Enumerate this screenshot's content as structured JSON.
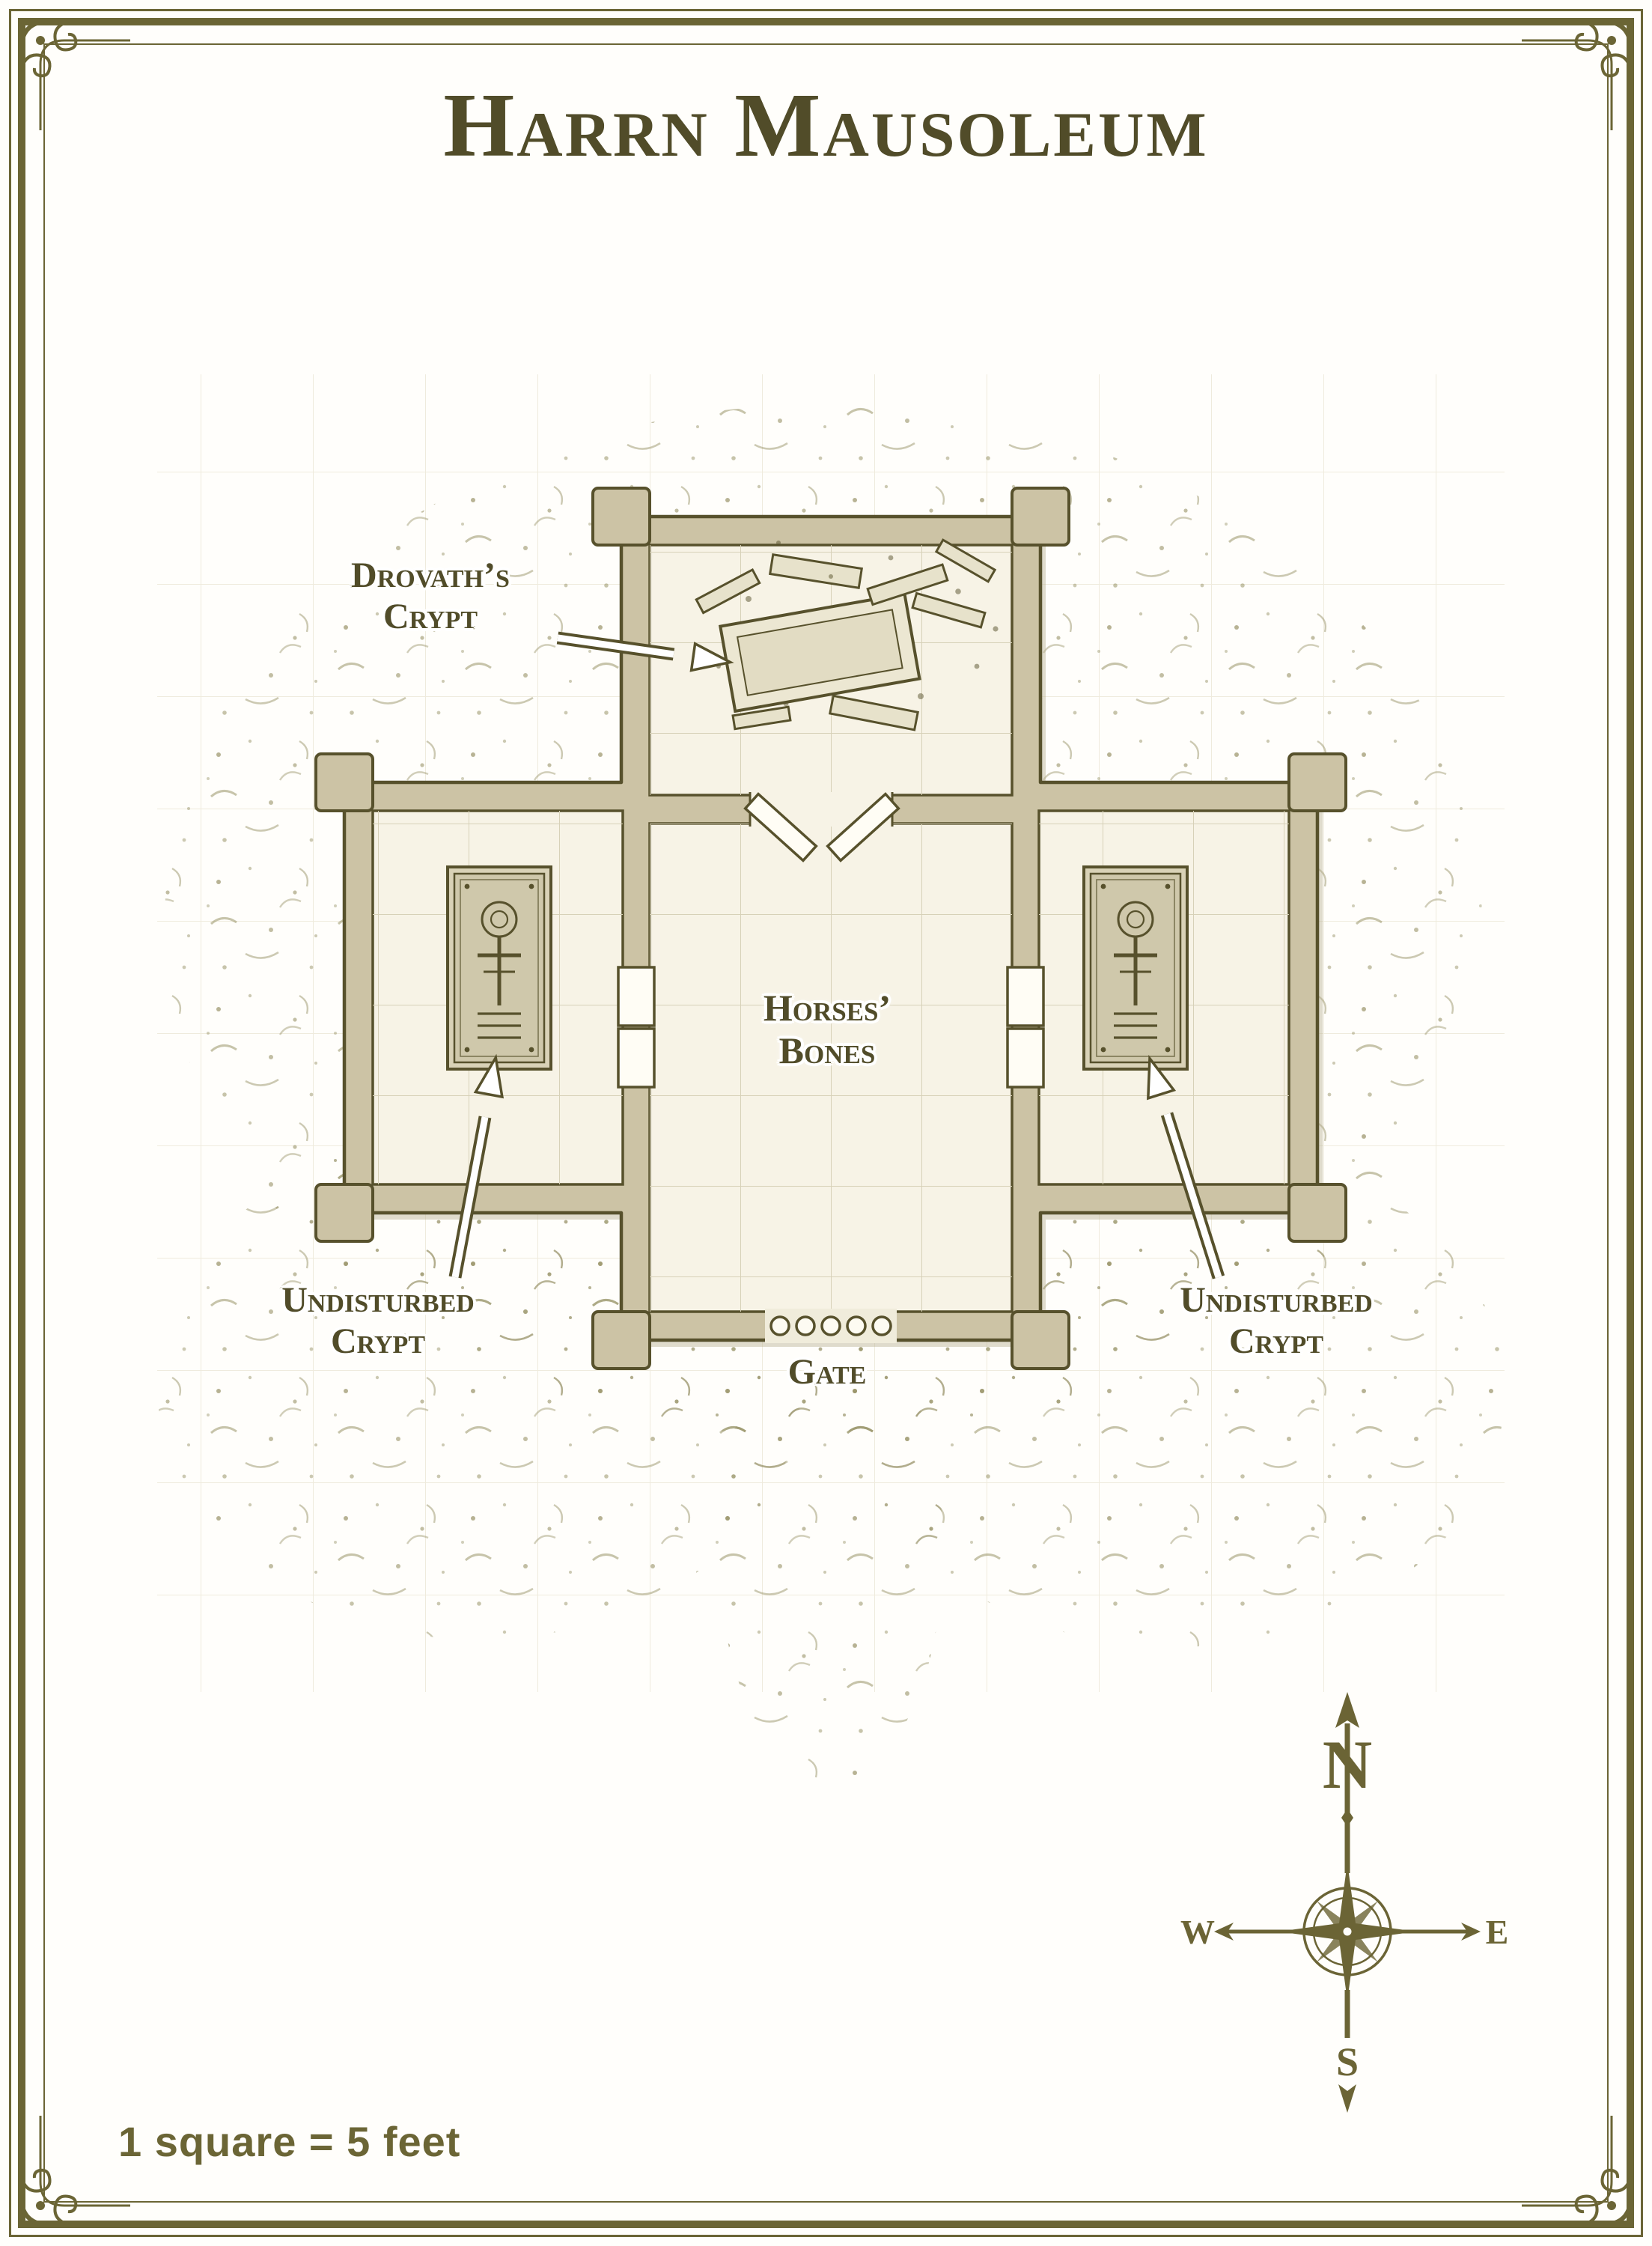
{
  "title": "Harrn Mausoleum",
  "map": {
    "labels": {
      "drovath": {
        "line1": "Drovath’s",
        "line2": "Crypt"
      },
      "horses": {
        "line1": "Horses’",
        "line2": "Bones"
      },
      "undisturbed_left": {
        "line1": "Undisturbed",
        "line2": "Crypt"
      },
      "undisturbed_right": {
        "line1": "Undisturbed",
        "line2": "Crypt"
      },
      "gate": "Gate"
    }
  },
  "compass": {
    "north": "N",
    "east": "E",
    "south": "S",
    "west": "W"
  },
  "scale_note": "1 square = 5 feet",
  "colors": {
    "ink_olive": "#57512c",
    "frame_olive": "#6b6535",
    "wall_tan": "#ccc3a5",
    "floor": "#f7f3e6",
    "paper": "#fffefb"
  }
}
